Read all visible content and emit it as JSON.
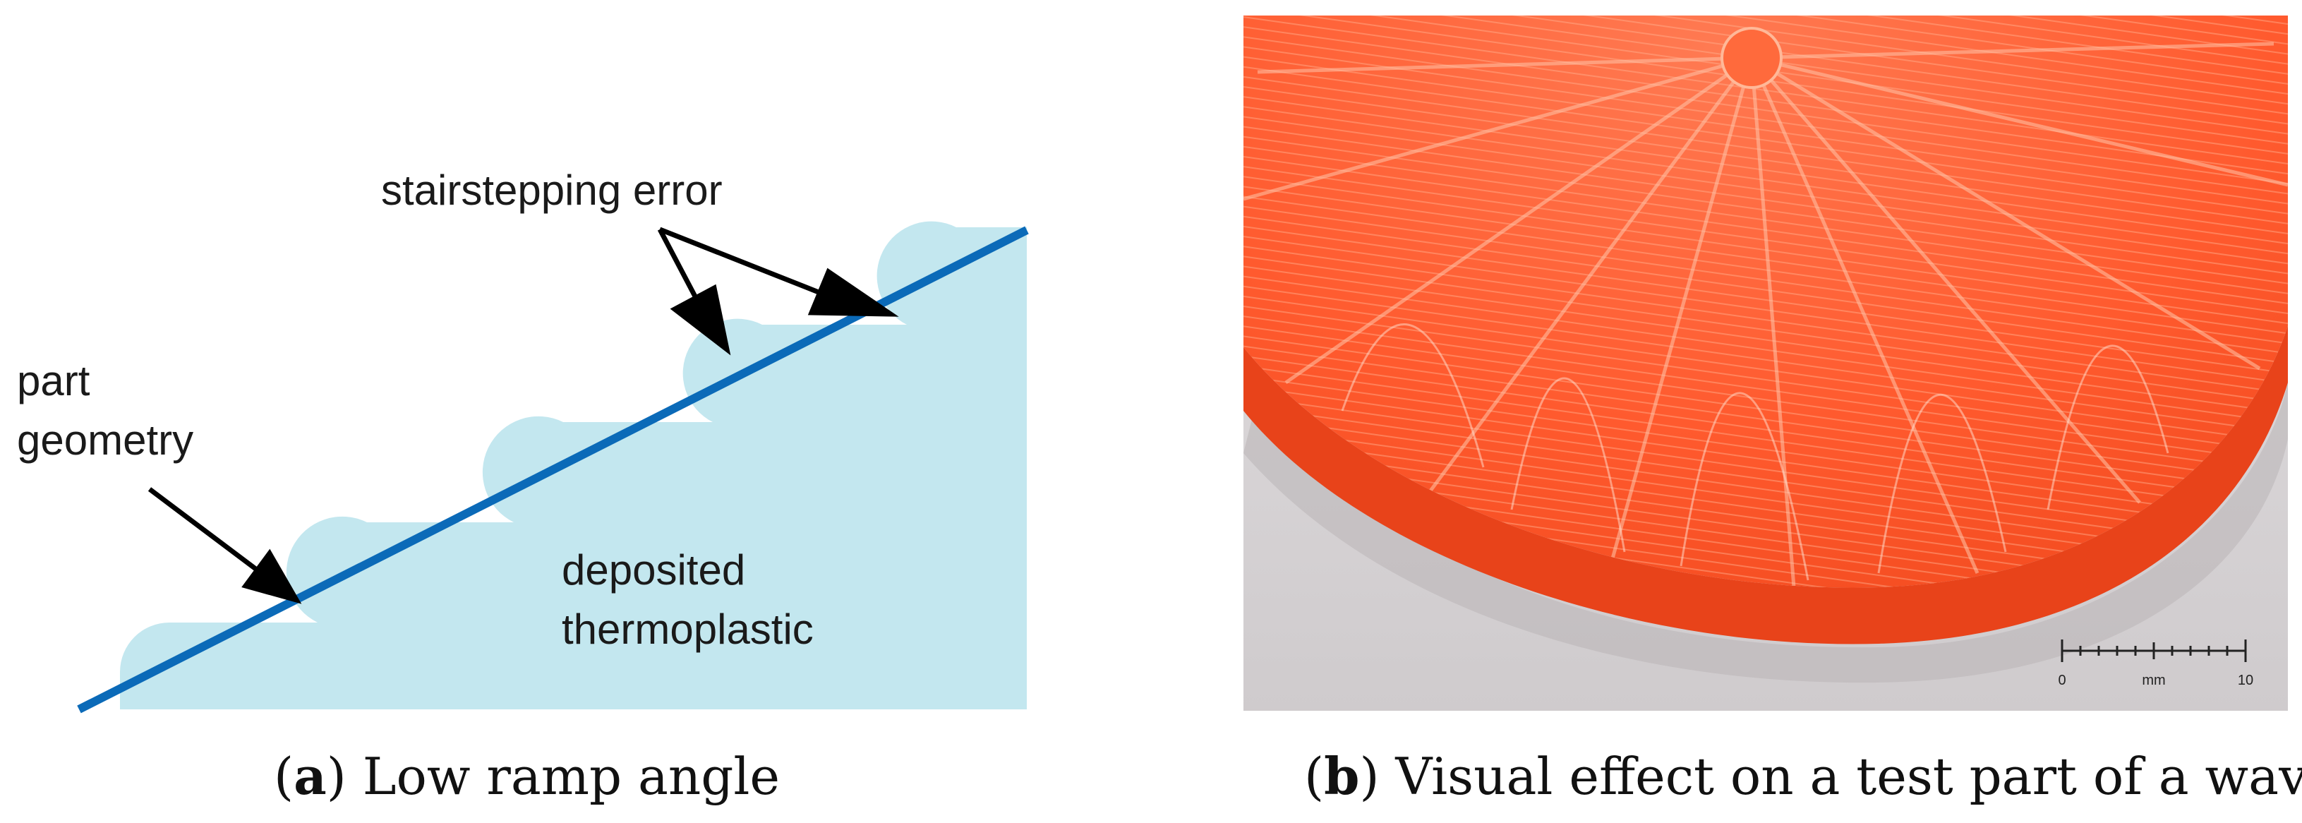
{
  "panel_a": {
    "labels": {
      "stairstepping_error": "stairstepping error",
      "part_geometry_line1": "part",
      "part_geometry_line2": "geometry",
      "deposited_line1": "deposited",
      "deposited_line2": "thermoplastic"
    },
    "caption": {
      "letter": "a",
      "text": "Low ramp angle"
    },
    "colors": {
      "deposit_fill": "#c3e7ef",
      "part_line": "#0b6ab8",
      "arrow": "#000000"
    }
  },
  "panel_b": {
    "scale_bar": {
      "start": "0",
      "unit": "mm",
      "end": "10"
    },
    "caption": {
      "letter": "b",
      "text": "Visual effect on a test part of a wave"
    },
    "colors": {
      "part": "#ff5a2e",
      "background": "#d9d6d8"
    }
  }
}
